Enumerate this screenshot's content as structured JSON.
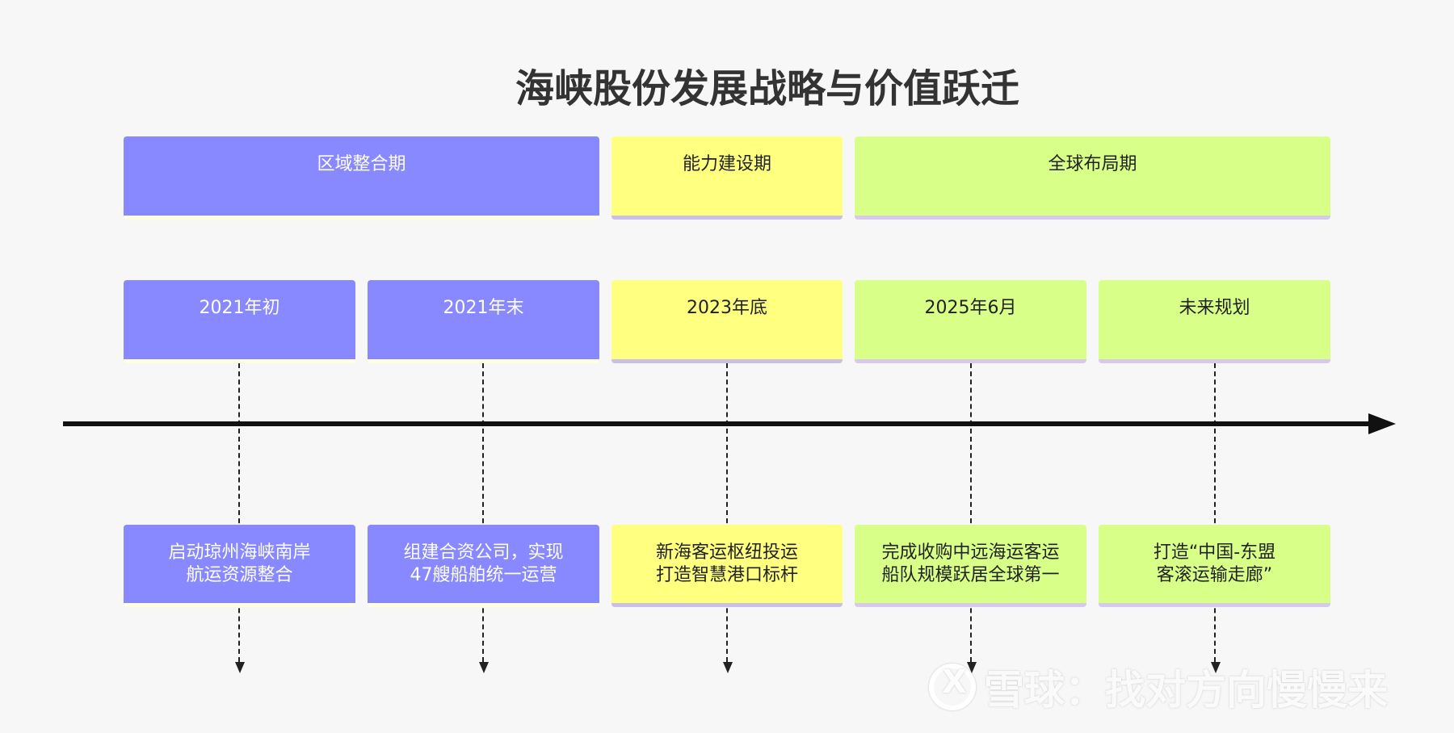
{
  "title": "海峡股份发展战略与价值跃迁",
  "phases": [
    {
      "label": "区域整合期",
      "color": "purple"
    },
    {
      "label": "能力建设期",
      "color": "yellow"
    },
    {
      "label": "全球布局期",
      "color": "green"
    }
  ],
  "milestones": [
    {
      "date": "2021年初",
      "event": "启动琼州海峡南岸\n航运资源整合",
      "color": "purple"
    },
    {
      "date": "2021年末",
      "event": "组建合资公司，实现\n47艘船舶统一运营",
      "color": "purple"
    },
    {
      "date": "2023年底",
      "event": "新海客运枢纽投运\n打造智慧港口标杆",
      "color": "yellow"
    },
    {
      "date": "2025年6月",
      "event": "完成收购中远海运客运\n船队规模跃居全球第一",
      "color": "green"
    },
    {
      "date": "未来规划",
      "event": "打造“中国-东盟\n客滚运输走廊”",
      "color": "green"
    }
  ],
  "watermark": "雪球：找对方向慢慢来",
  "colors": {
    "purple": "#8888ff",
    "yellow": "#ffff80",
    "green": "#d8ff88"
  }
}
